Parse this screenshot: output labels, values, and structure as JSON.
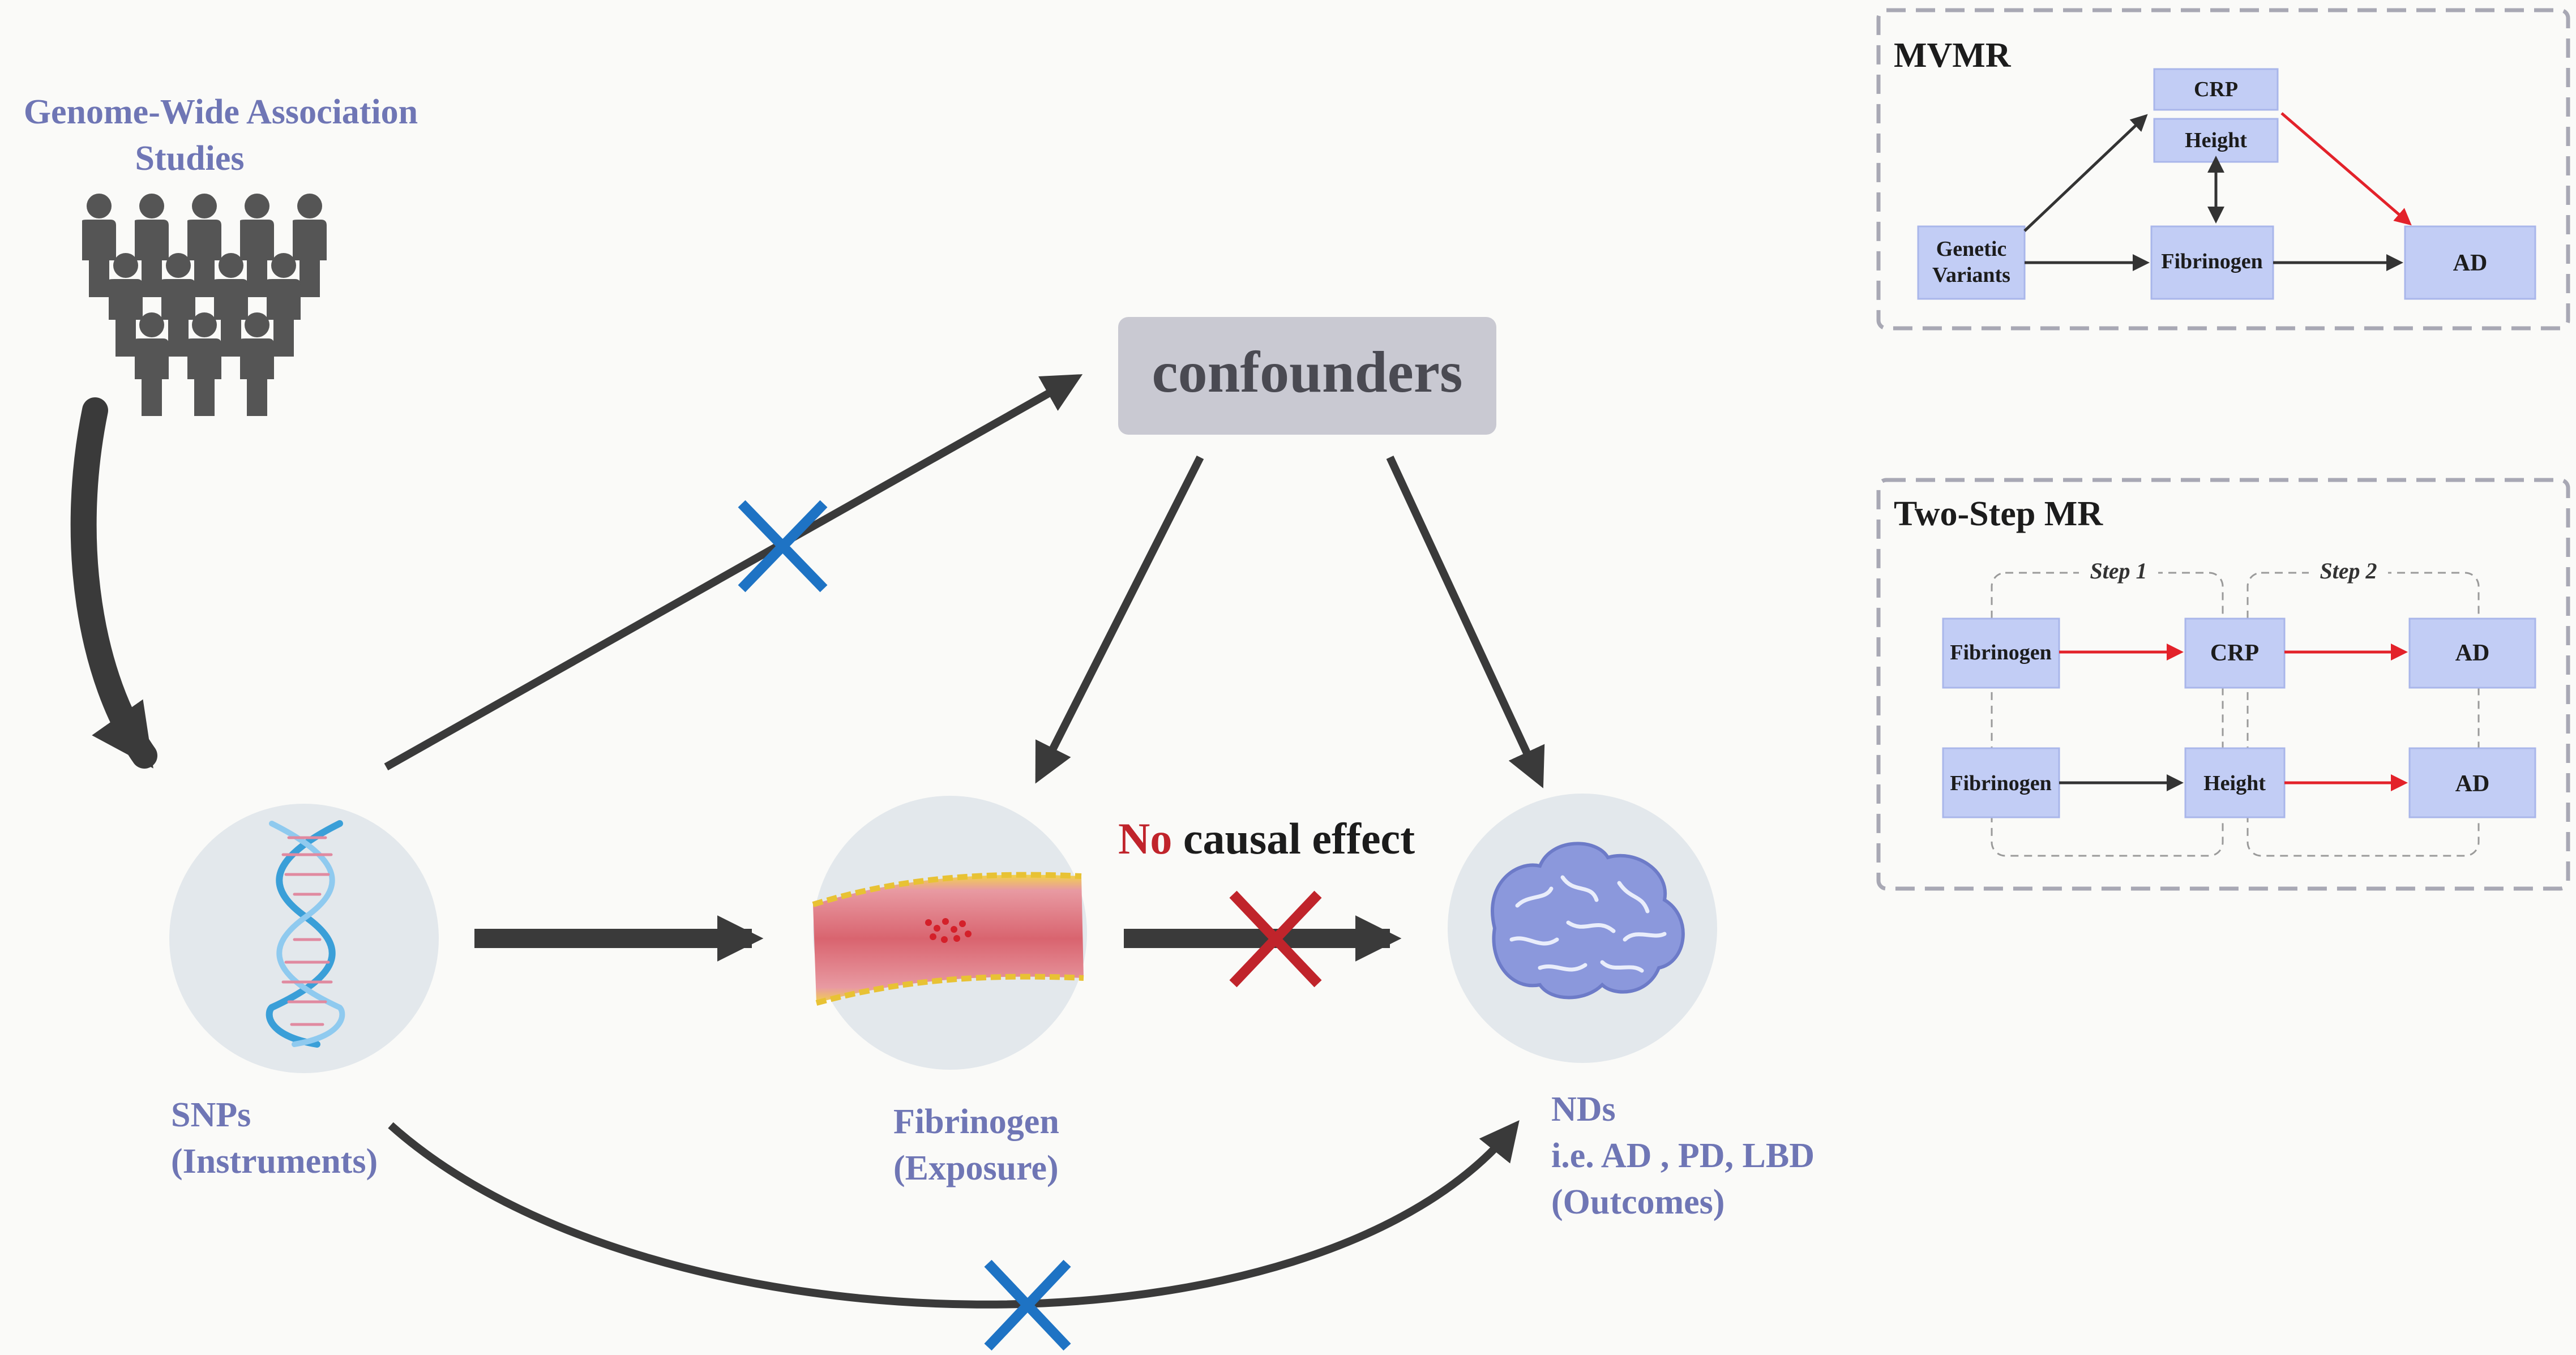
{
  "colors": {
    "background": "#fafaf8",
    "label_blue": "#6f76b5",
    "arrow_dark": "#3a3a3a",
    "cross_blue": "#1e73c4",
    "cross_red": "#c0242b",
    "box_fill": "#c2cdf5",
    "box_stroke": "#a9b6ea",
    "red_arrow": "#e3222a",
    "confounder_box": "#c9c9d2",
    "panel_dash": "#a8a8b4",
    "circle_fill": "#e3e8ec"
  },
  "gwas": {
    "line1": "Genome-Wide Association",
    "line2": "Studies",
    "icon": "people-crowd-icon"
  },
  "confounders": {
    "label": "confounders"
  },
  "nodes": {
    "snps": {
      "line1": "SNPs",
      "line2": "(Instruments)",
      "icon": "dna-icon"
    },
    "fibrinogen": {
      "line1": "Fibrinogen",
      "line2": "(Exposure)",
      "icon": "blood-vessel-icon"
    },
    "nds": {
      "line1": "NDs",
      "line2": "i.e. AD , PD, LBD",
      "line3": "(Outcomes)",
      "icon": "brain-icon"
    }
  },
  "effect": {
    "no": "No",
    "rest": " causal effect"
  },
  "mvmr": {
    "title": "MVMR",
    "boxes": {
      "crp": "CRP",
      "height": "Height",
      "genetic1": "Genetic",
      "genetic2": "Variants",
      "fibrinogen": "Fibrinogen",
      "ad": "AD"
    }
  },
  "twostep": {
    "title": "Two-Step MR",
    "step1": "Step 1",
    "step2": "Step 2",
    "row1": {
      "a": "Fibrinogen",
      "b": "CRP",
      "c": "AD"
    },
    "row2": {
      "a": "Fibrinogen",
      "b": "Height",
      "c": "AD"
    }
  }
}
